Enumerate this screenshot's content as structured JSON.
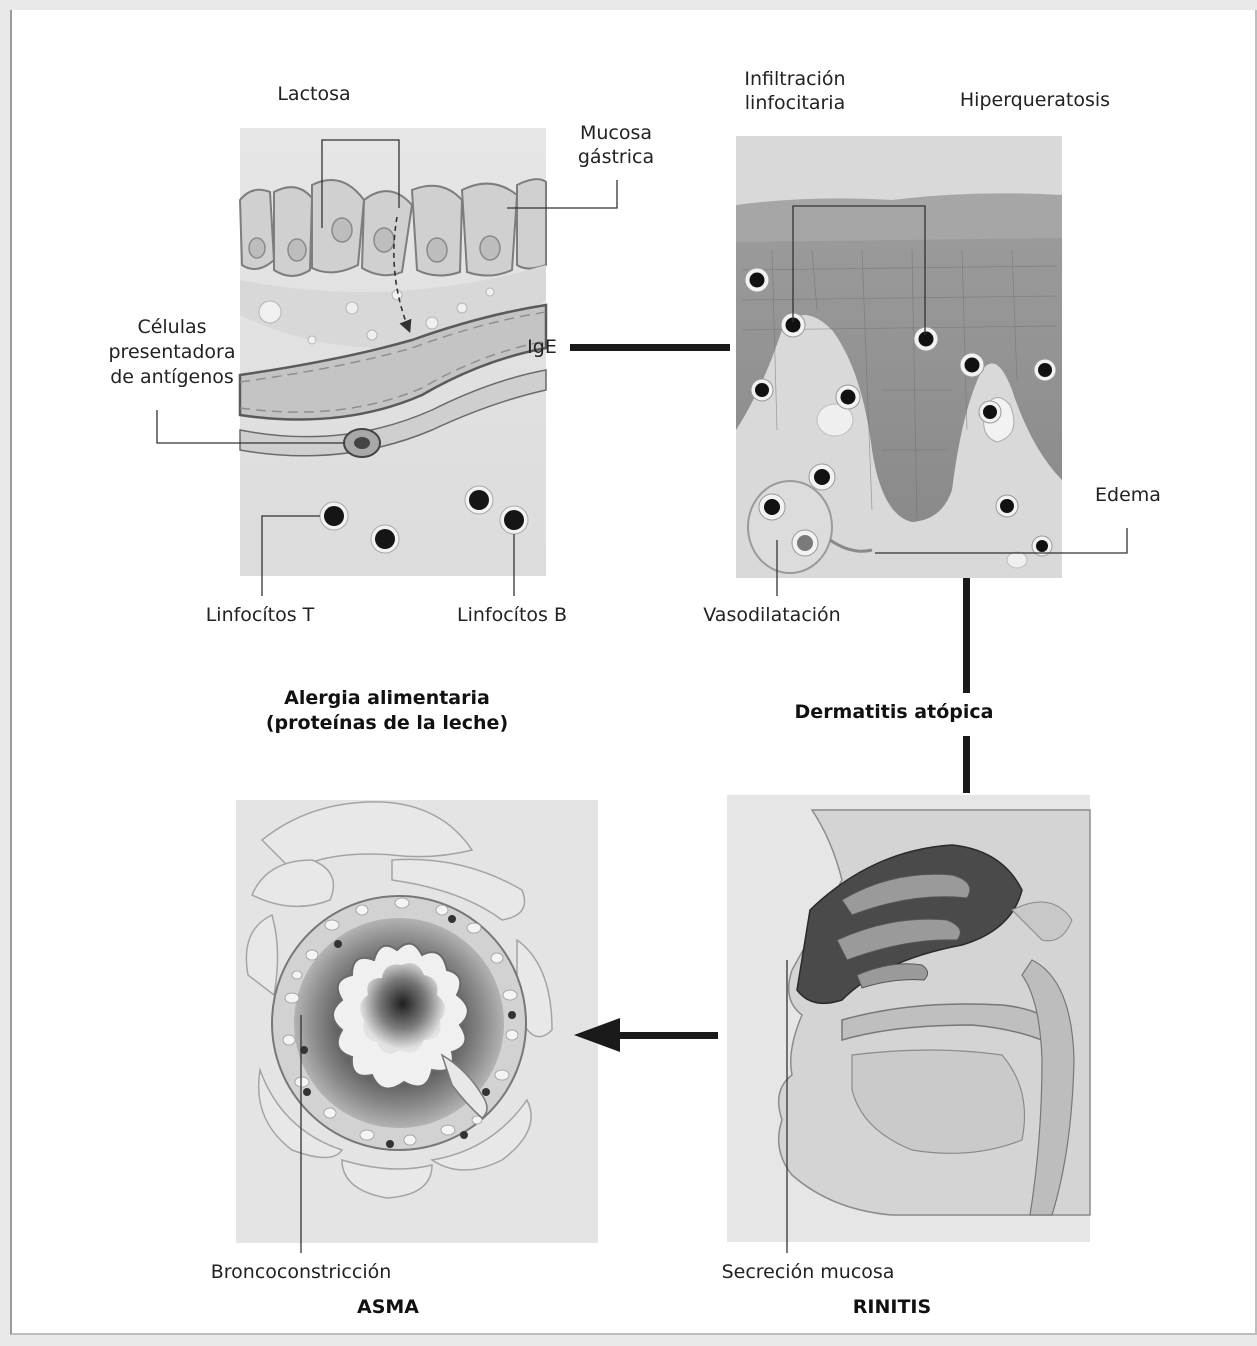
{
  "food_allergy_panel": {
    "labels": {
      "lactosa": "Lactosa",
      "mucosa_1": "Mucosa",
      "mucosa_2": "gástrica",
      "celulas_1": "Células",
      "celulas_2": "presentadora",
      "celulas_3": "de antígenos",
      "ige": "IgE",
      "linfocitos_t": "Linfocítos T",
      "linfocitos_b": "Linfocítos B"
    },
    "title_line_1": "Alergia alimentaria",
    "title_line_2": "(proteínas de la leche)"
  },
  "dermatitis_panel": {
    "labels": {
      "infiltracion_1": "Infiltración",
      "infiltracion_2": "linfocitaria",
      "hiperqueratosis": "Hiperqueratosis",
      "edema": "Edema",
      "vasodilatacion": "Vasodilatación"
    },
    "title": "Dermatitis atópica"
  },
  "asthma_panel": {
    "labels": {
      "broncoconstriccion": "Broncoconstricción"
    },
    "title": "ASMA"
  },
  "rhinitis_panel": {
    "labels": {
      "secrecion": "Secreción mucosa"
    },
    "title": "RINITIS"
  }
}
